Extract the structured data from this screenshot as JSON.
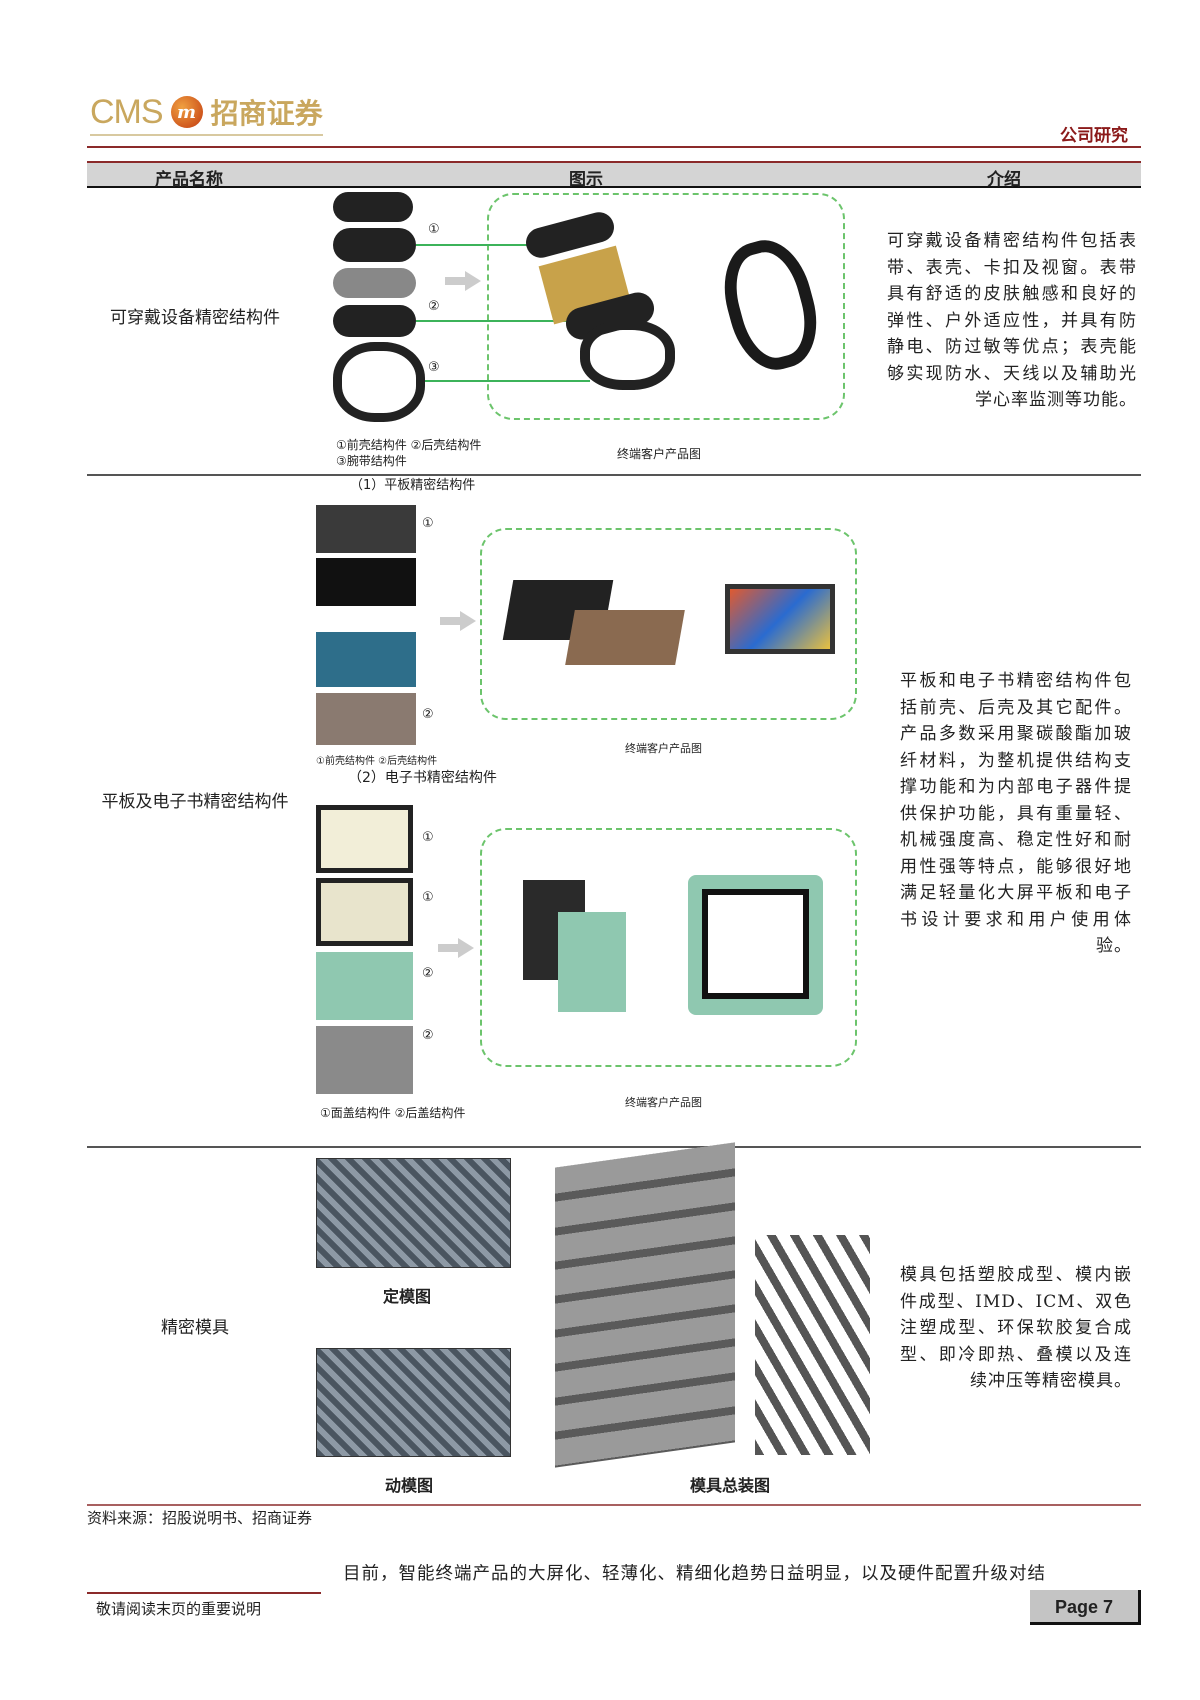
{
  "header": {
    "logo_text": "CMS 招商证券",
    "logo_latin": "CMS",
    "logo_cn": "招商证券",
    "section": "公司研究"
  },
  "table": {
    "columns": [
      "产品名称",
      "图示",
      "介绍"
    ],
    "rows": [
      {
        "name": "可穿戴设备精密结构件",
        "figure": {
          "legend_line1": "①前壳结构件 ②后壳结构件",
          "legend_line2": "③腕带结构件",
          "caption": "终端客户产品图",
          "markers": [
            "①",
            "②",
            "③"
          ]
        },
        "intro": "可穿戴设备精密结构件包括表带、表壳、卡扣及视窗。表带具有舒适的皮肤触感和良好的弹性、户外适应性，并具有防静电、防过敏等优点；表壳能够实现防水、天线以及辅助光学心率监测等功能。"
      },
      {
        "name": "平板及电子书精密结构件",
        "figure": {
          "sub1_title": "（1）平板精密结构件",
          "sub1_legend": "①前壳结构件 ②后壳结构件",
          "sub1_caption": "终端客户产品图",
          "sub2_title": "（2）电子书精密结构件",
          "sub2_legend": "①面盖结构件 ②后盖结构件",
          "sub2_caption": "终端客户产品图",
          "markers": [
            "①",
            "②"
          ]
        },
        "intro": "平板和电子书精密结构件包括前壳、后壳及其它配件。产品多数采用聚碳酸酯加玻纤材料，为整机提供结构支撑功能和为内部电子器件提供保护功能，具有重量轻、机械强度高、稳定性好和耐用性强等特点，能够很好地满足轻量化大屏平板和电子书设计要求和用户使用体验。"
      },
      {
        "name": "精密模具",
        "figure": {
          "label_fixed": "定模图",
          "label_moving": "动模图",
          "label_assembly": "模具总装图"
        },
        "intro": "模具包括塑胶成型、模内嵌件成型、IMD、ICM、双色注塑成型、环保软胶复合成型、即冷即热、叠模以及连续冲压等精密模具。"
      }
    ]
  },
  "source": "资料来源：招股说明书、招商证券",
  "body_text": "目前，智能终端产品的大屏化、轻薄化、精细化趋势日益明显，以及硬件配置升级对结",
  "footer": {
    "notice": "敬请阅读末页的重要说明",
    "page": "Page 7"
  },
  "colors": {
    "accent_red": "#8b2a2a",
    "logo_gold": "#c9a75e",
    "dash_green": "#6cc46c"
  }
}
